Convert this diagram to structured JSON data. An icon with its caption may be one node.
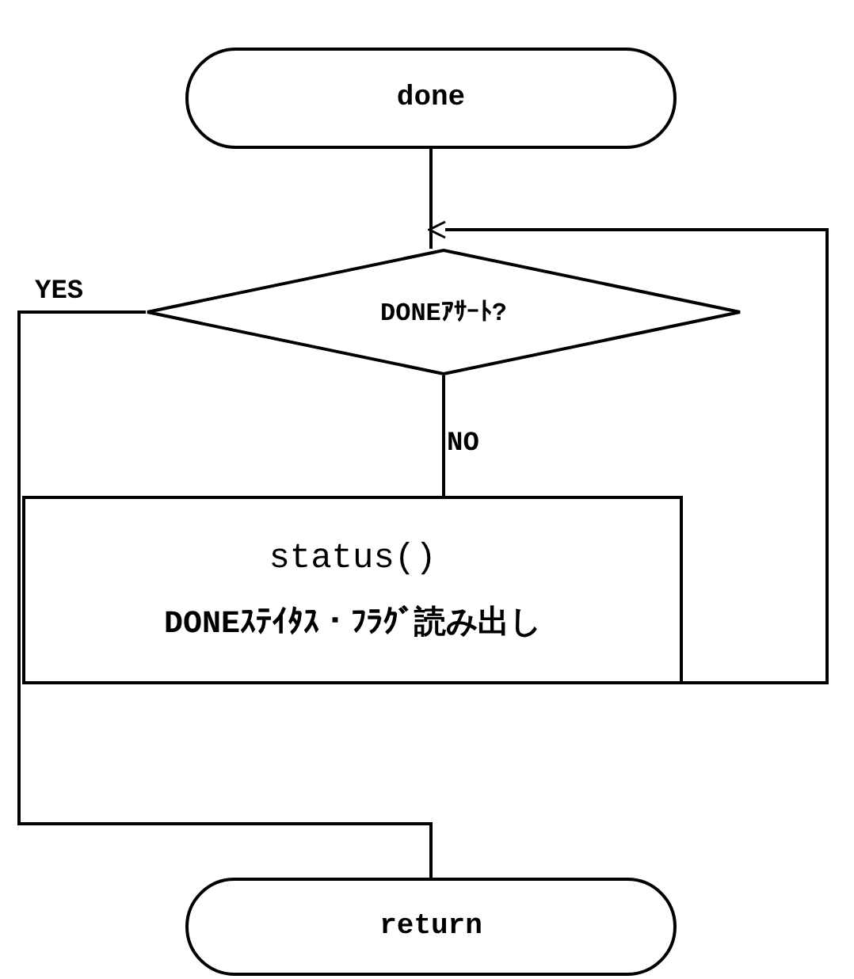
{
  "diagram": {
    "nodes": [
      {
        "text": [
          "done"
        ]
      },
      {
        "text": [
          "DONEｱｻｰﾄ?"
        ]
      },
      {
        "text": [
          "status()",
          "DONEｽﾃｲﾀｽ・ﾌﾗｸﾞ読み出し"
        ]
      },
      {
        "text": [
          "return"
        ]
      }
    ],
    "edges": [
      {
        "from": 0,
        "to": 1,
        "arrow": "none"
      },
      {
        "from": 1,
        "to": 2,
        "arrow": "none",
        "label": "NO"
      },
      {
        "from": 2,
        "to": 1,
        "arrow": "to"
      },
      {
        "from": 1,
        "to": 3,
        "arrow": "none",
        "label": "YES"
      }
    ]
  }
}
